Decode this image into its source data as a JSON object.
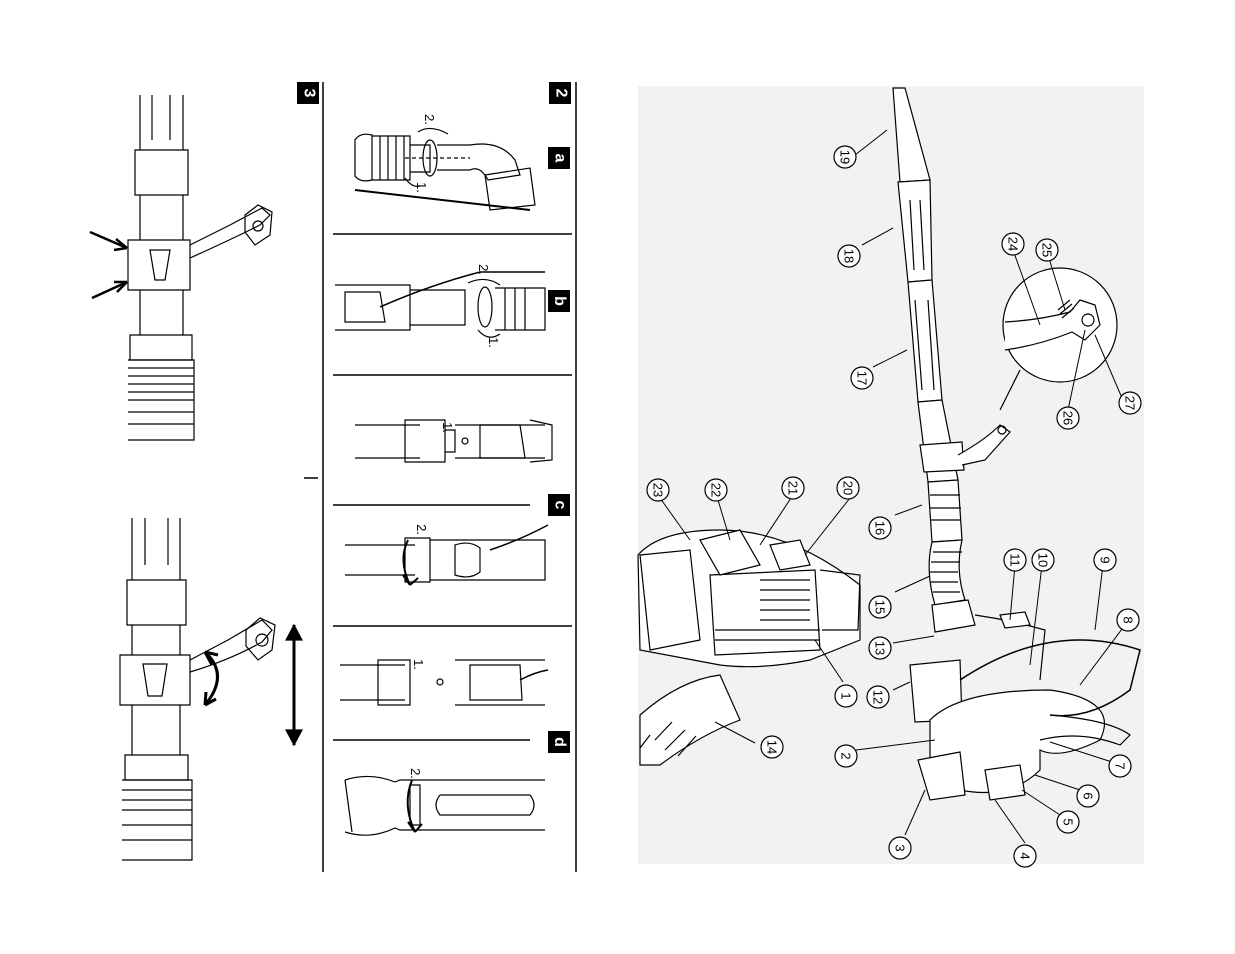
{
  "sections": {
    "section_3": "3",
    "section_2": "2",
    "panel_a": "a",
    "panel_b": "b",
    "panel_c": "c",
    "panel_d": "d"
  },
  "step_labels": {
    "a_step1": "1.",
    "a_step2": "2.",
    "b_step1": "1.",
    "b_step2": "2.",
    "b2_step1": "1.",
    "c_step2": "2.",
    "c2_step1": "1.",
    "d_step2": "2."
  },
  "callouts": [
    "1",
    "2",
    "3",
    "4",
    "5",
    "6",
    "7",
    "8",
    "9",
    "10",
    "11",
    "12",
    "13",
    "14",
    "15",
    "16",
    "17",
    "18",
    "19",
    "20",
    "21",
    "22",
    "23",
    "24",
    "25",
    "26",
    "27"
  ],
  "colors": {
    "ink": "#000000",
    "paper": "#ffffff",
    "label_bg": "#000000"
  }
}
